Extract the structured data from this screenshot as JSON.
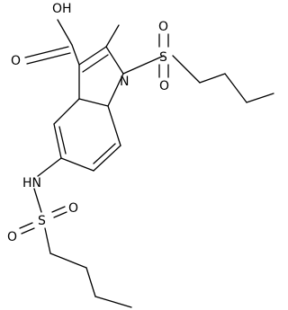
{
  "molecule": {
    "labels": {
      "carboxylic_oh": "OH",
      "carbonyl_o": "O",
      "ring_n": "N",
      "n_sulfonyl_s": "S",
      "n_sulfonyl_o_upper": "O",
      "n_sulfonyl_o_lower": "O",
      "nh": "HN",
      "nh_sulfonyl_s": "S",
      "nh_sulfonyl_o_left": "O",
      "nh_sulfonyl_o_right": "O"
    }
  }
}
